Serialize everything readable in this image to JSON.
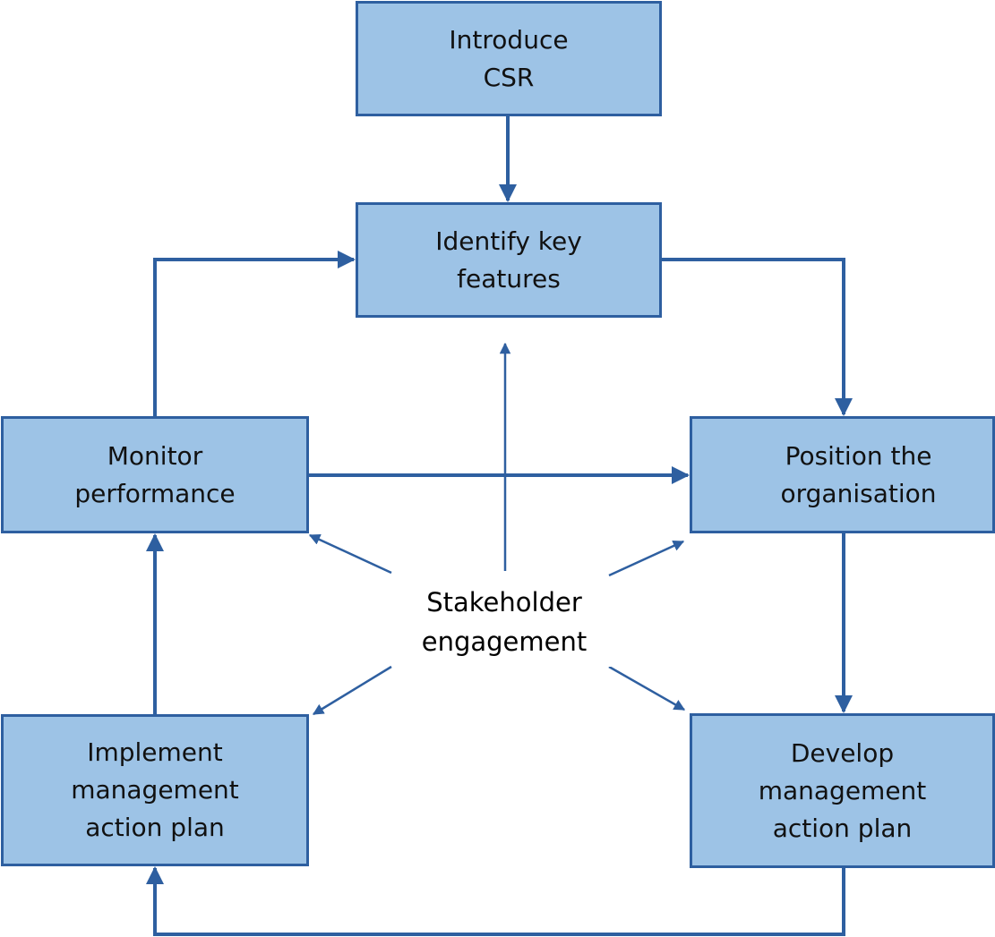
{
  "colors": {
    "box_fill": "#9dc3e6",
    "box_border": "#2e5fa0",
    "arrow": "#2e5fa0"
  },
  "diagram": {
    "nodes": {
      "introduce_csr": "Introduce\nCSR",
      "identify_key_features": "Identify key\nfeatures",
      "position_the_organisation": "Position the\norganisation",
      "develop_action_plan": "Develop\nmanagement\naction plan",
      "implement_action_plan": "Implement\nmanagement\naction plan",
      "monitor_performance": "Monitor\nperformance"
    },
    "center": "Stakeholder\nengagement"
  }
}
